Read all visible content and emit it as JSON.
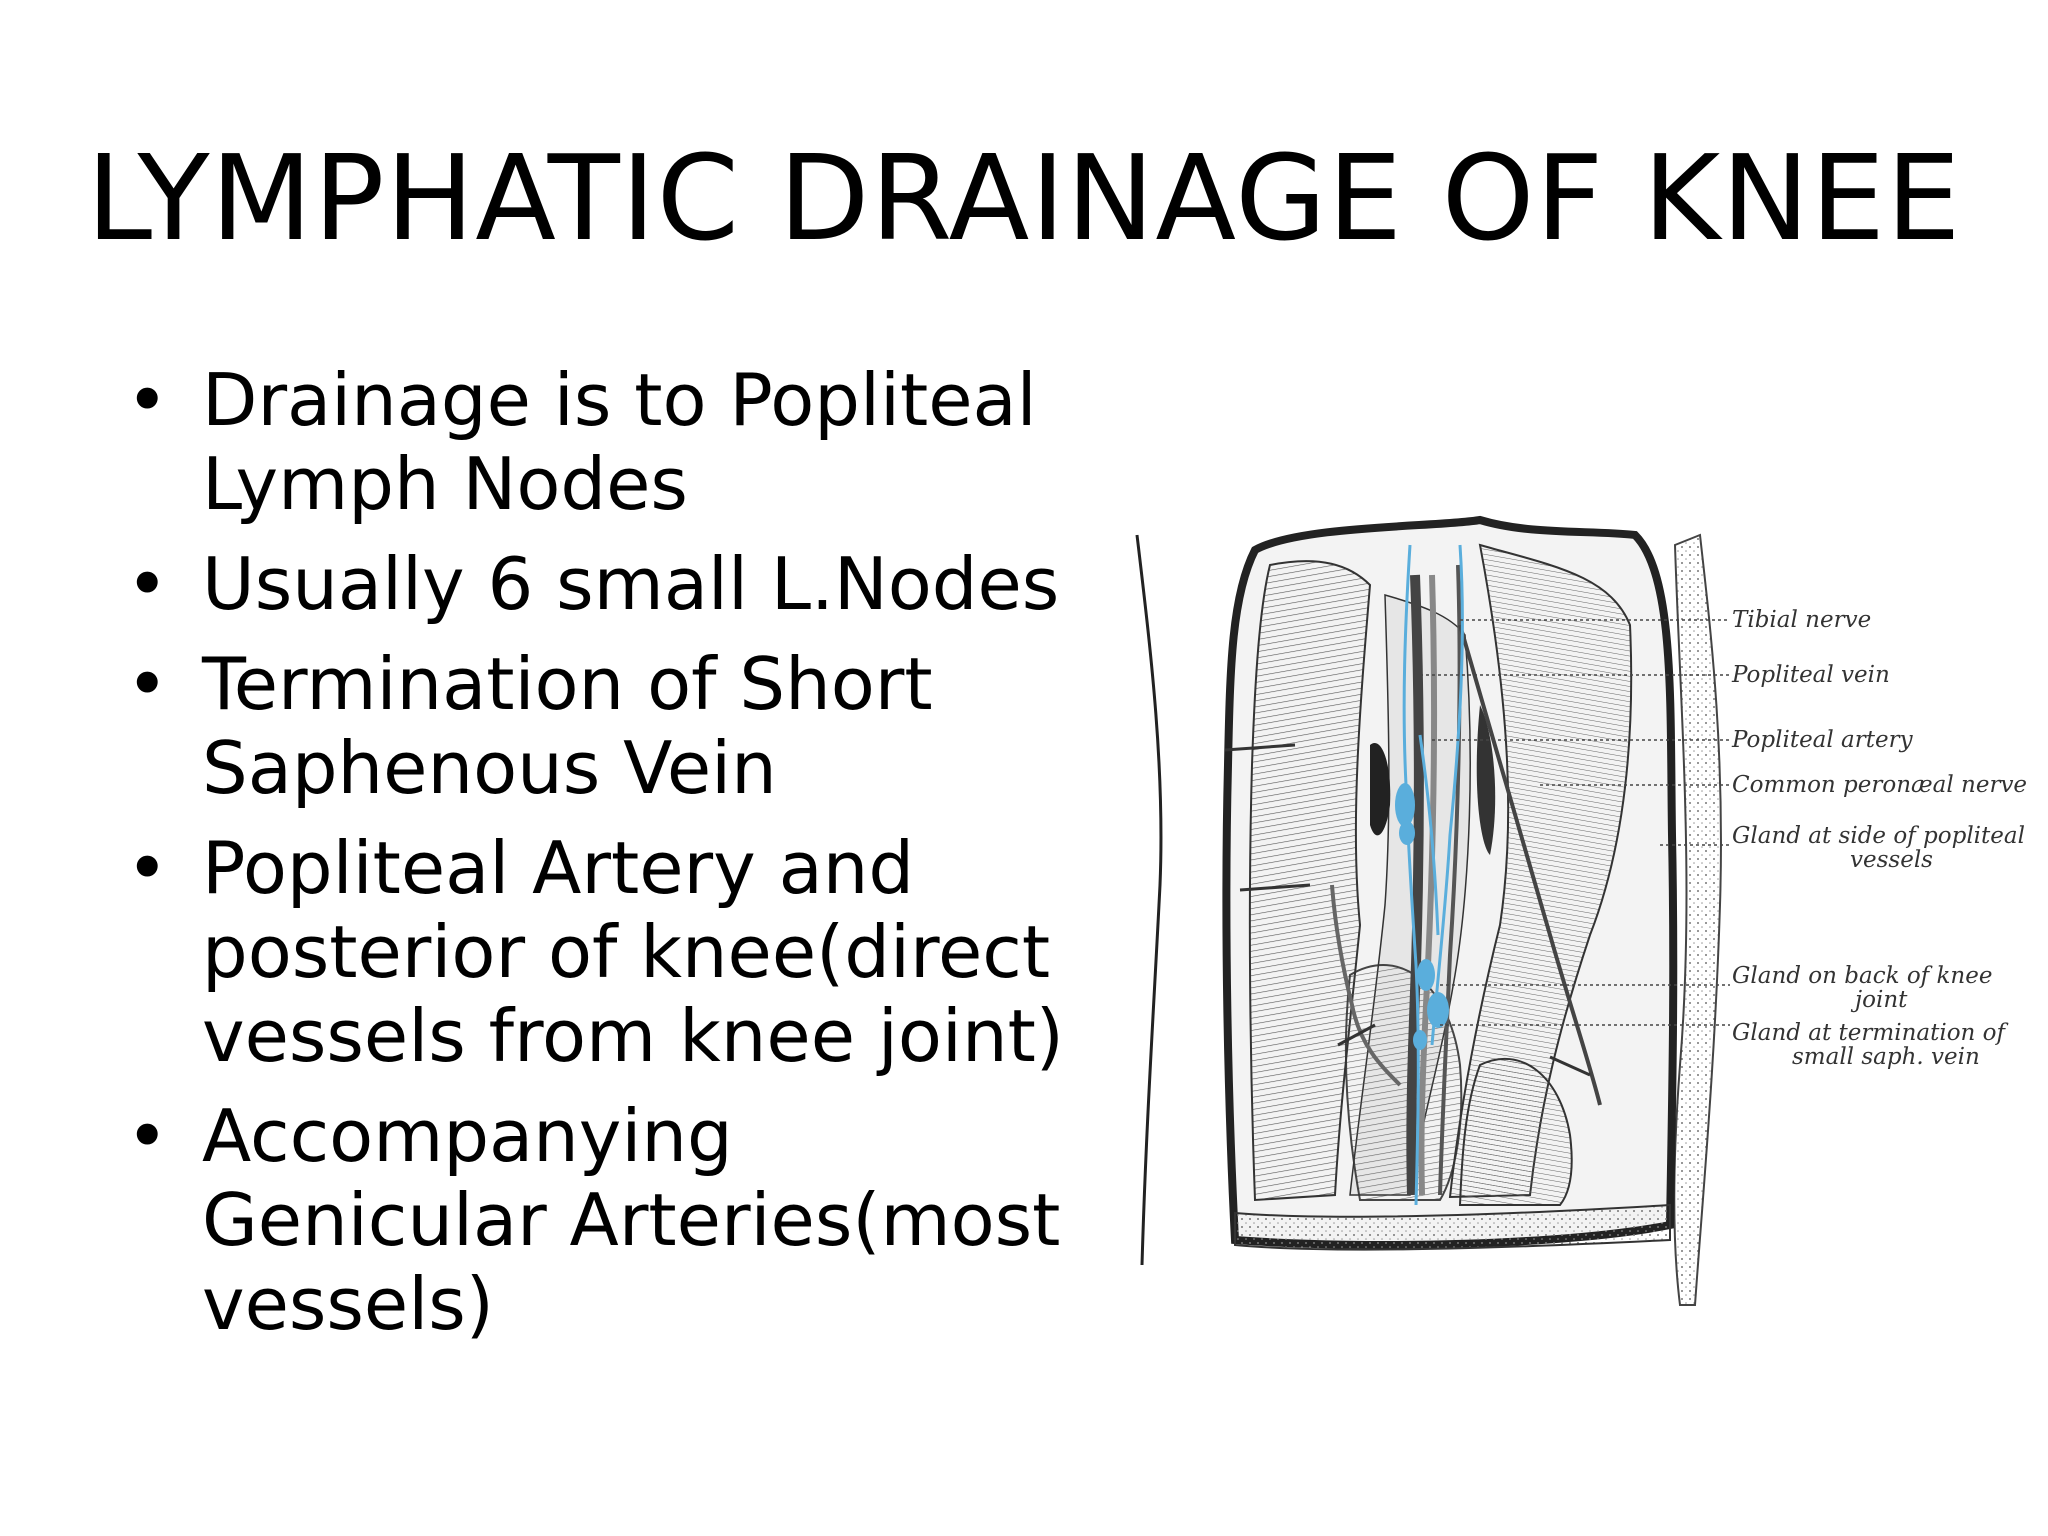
{
  "slide": {
    "title": "LYMPHATIC DRAINAGE OF KNEE",
    "bullets": [
      "Drainage is to Popliteal Lymph Nodes",
      "Usually 6 small L.Nodes",
      "Termination of Short Saphenous Vein",
      "Popliteal Artery and posterior of knee(direct vessels from knee joint)",
      "Accompanying Genicular Arteries(most vessels)"
    ]
  },
  "figure": {
    "labels": {
      "tibial_nerve": "Tibial nerve",
      "popliteal_vein": "Popliteal vein",
      "popliteal_artery": "Popliteal artery",
      "common_peroneal_nerve": "Common peronæal nerve",
      "gland_side_1": "Gland at side of popliteal",
      "gland_side_2": "vessels",
      "gland_back_1": "Gland on back of knee",
      "gland_back_2": "joint",
      "gland_term_1": "Gland at termination of",
      "gland_term_2": "small saph. vein"
    },
    "colors": {
      "lymph": "#5aaedc",
      "ink": "#333333"
    }
  }
}
